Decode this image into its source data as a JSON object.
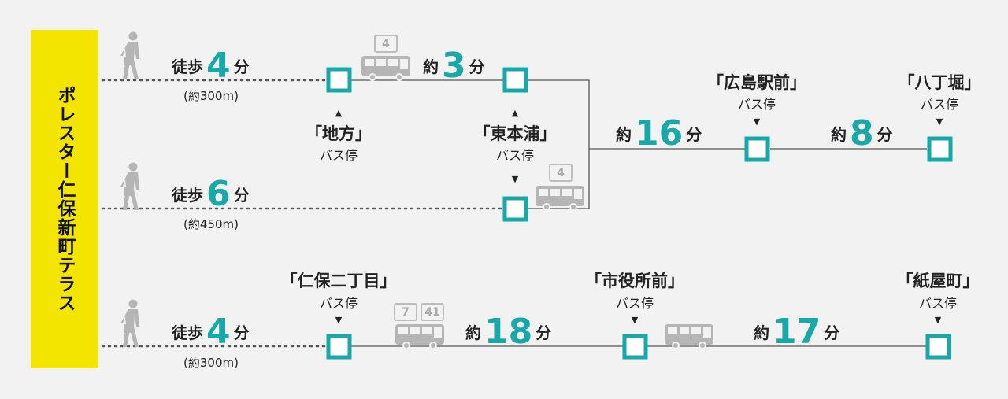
{
  "origin": {
    "label": "ポレスター仁保新町テラス"
  },
  "routes": [
    {
      "walk": {
        "prefix": "徒歩",
        "minutes": "4",
        "unit": "分",
        "distance": "(約300m)"
      }
    },
    {
      "walk": {
        "prefix": "徒歩",
        "minutes": "6",
        "unit": "分",
        "distance": "(約450m)"
      }
    },
    {
      "walk": {
        "prefix": "徒歩",
        "minutes": "4",
        "unit": "分",
        "distance": "(約300m)"
      }
    }
  ],
  "stops": {
    "chihou": {
      "name": "「地方」",
      "sub": "バス停",
      "marker": "▲"
    },
    "higashihonura": {
      "name": "「東本浦」",
      "sub": "バス停",
      "marker_up": "▲",
      "marker_down": "▼"
    },
    "hiroshima_ekimae": {
      "name": "「広島駅前」",
      "sub": "バス停",
      "marker": "▼"
    },
    "hacchobori": {
      "name": "「八丁堀」",
      "sub": "バス停",
      "marker": "▼"
    },
    "niho_nichome": {
      "name": "「仁保二丁目」",
      "sub": "バス停",
      "marker": "▼"
    },
    "shiyakusho_mae": {
      "name": "「市役所前」",
      "sub": "バス停",
      "marker": "▼"
    },
    "kamiyacho": {
      "name": "「紙屋町」",
      "sub": "バス停",
      "marker": "▼"
    }
  },
  "rides": [
    {
      "prefix": "約",
      "minutes": "3",
      "unit": "分"
    },
    {
      "prefix": "約",
      "minutes": "16",
      "unit": "分"
    },
    {
      "prefix": "約",
      "minutes": "8",
      "unit": "分"
    },
    {
      "prefix": "約",
      "minutes": "18",
      "unit": "分"
    },
    {
      "prefix": "約",
      "minutes": "17",
      "unit": "分"
    }
  ],
  "bus_lines": {
    "a": "4",
    "b": "4",
    "c1": "7",
    "c2": "41"
  },
  "colors": {
    "accent": "#18a8a8",
    "origin_bg": "#f4e500",
    "line": "#555555",
    "icon": "#b5b5b5"
  },
  "icons": {
    "walker": "walking-person-icon",
    "bus": "bus-icon",
    "stop": "bus-stop-square-icon"
  }
}
